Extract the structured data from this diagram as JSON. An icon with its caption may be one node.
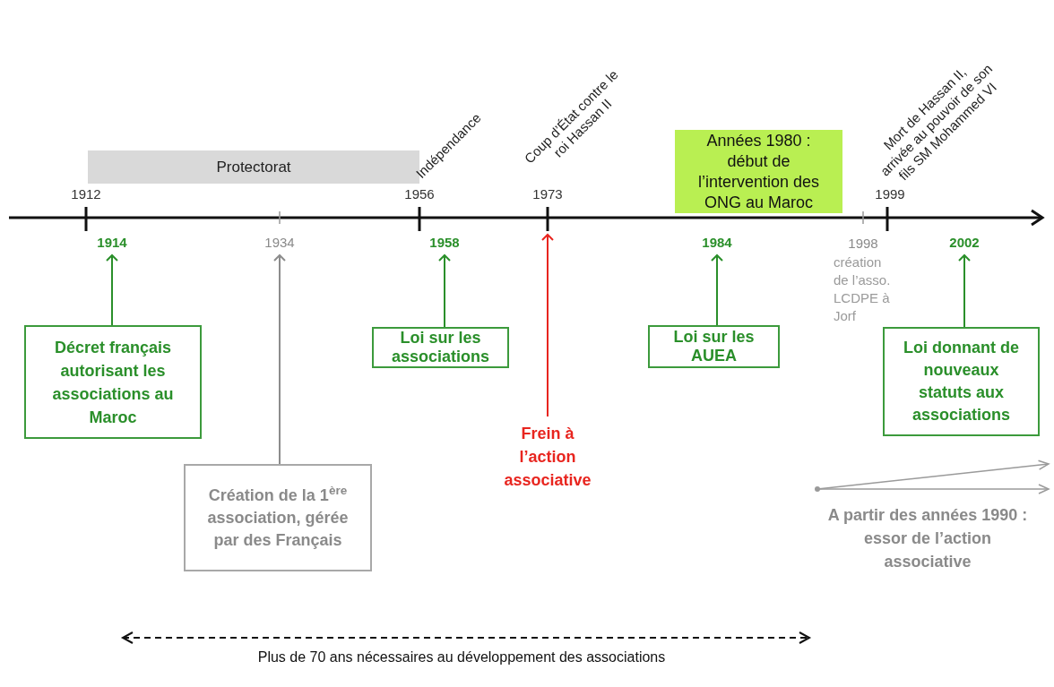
{
  "diagram": {
    "nodes": [
      {
        "text": [
          "Protectorat"
        ]
      },
      {
        "text": [
          "Années 1980 : début de l’intervention des ONG au Maroc"
        ]
      },
      {
        "text": [
          "1914"
        ]
      },
      {
        "text": [
          "Décret français autorisant les associations au Maroc"
        ]
      },
      {
        "text": [
          "1934"
        ]
      },
      {
        "text": [
          "Création de la 1$^{ère}$ association, gérée par des Français"
        ]
      },
      {
        "text": [
          "1958"
        ]
      },
      {
        "text": [
          "Loi sur les associations"
        ]
      },
      {
        "text": [
          "Frein à l’action associative"
        ]
      },
      {
        "text": [
          "1984"
        ]
      },
      {
        "text": [
          "Loi sur les AUEA"
        ]
      },
      {
        "text": [
          "2002"
        ]
      },
      {
        "text": [
          "Loi donnant de nouveaux statuts aux associations"
        ]
      },
      {
        "text": [
          "A partir des années 1990 : essor de l’action associative"
        ]
      }
    ],
    "edges": [
      {
        "from": 3,
        "to": 2,
        "arrow": "to"
      },
      {
        "from": 5,
        "to": 4,
        "arrow": "to",
        "color": "#8c8c8c"
      },
      {
        "from": 7,
        "to": 6,
        "arrow": "to"
      },
      {
        "from": 8,
        "to": null,
        "arrow": "to",
        "color": "#e8251f"
      },
      {
        "from": 10,
        "to": 9,
        "arrow": "to"
      },
      {
        "from": 12,
        "to": 11,
        "arrow": "to"
      }
    ],
    "labels": [
      "1912",
      "Indépendance",
      "1956",
      "Coup d’État contre le roi Hassan II",
      "1973",
      "Mort de Hassan II, arrivée au pouvoir de son fils SM Mohammed VI",
      "1999",
      "1998",
      "création de l’asso. LCDPE à Jorf",
      "Plus de 70 ans nécessaires au développement des associations"
    ]
  }
}
